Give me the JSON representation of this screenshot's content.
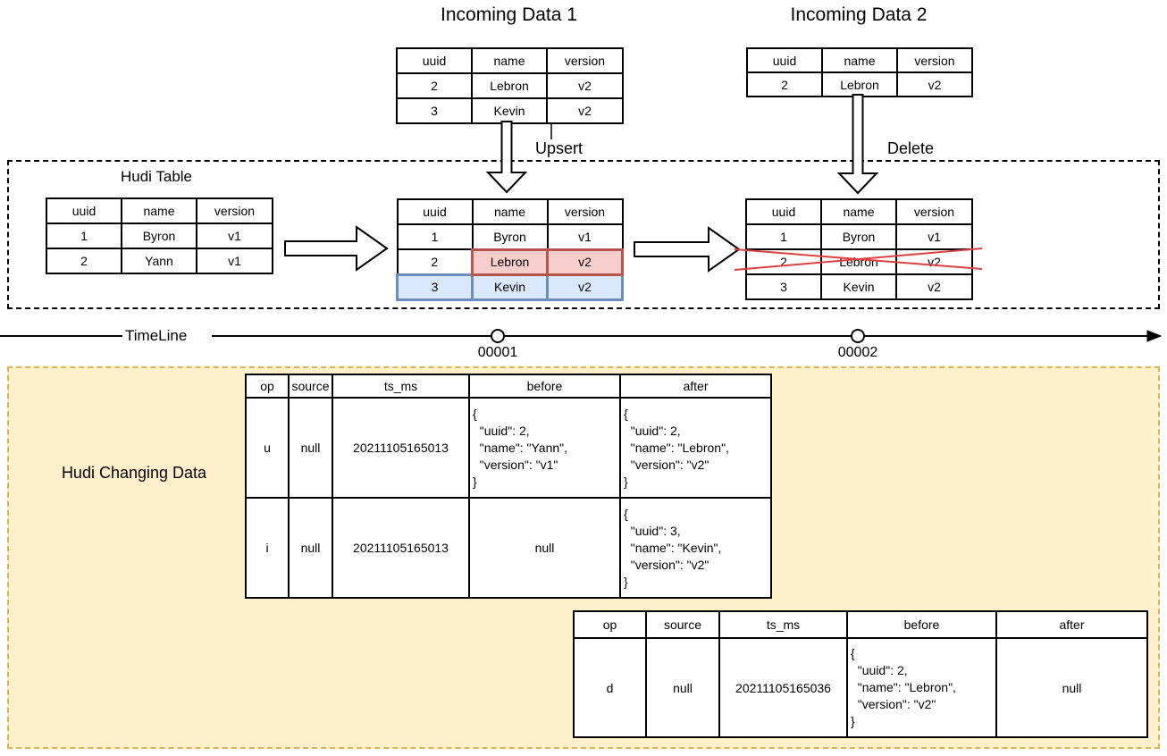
{
  "titles": {
    "incoming1": "Incoming Data 1",
    "incoming2": "Incoming Data 2"
  },
  "labels": {
    "upsert": "Upsert",
    "delete": "Delete",
    "hudi_table": "Hudi Table",
    "timeline": "TimeLine",
    "changing_data": "Hudi Changing Data"
  },
  "timeline": {
    "commit1": "00001",
    "commit2": "00002"
  },
  "schema_columns": [
    "uuid",
    "name",
    "version"
  ],
  "incoming1": {
    "rows": [
      [
        "2",
        "Lebron",
        "v2"
      ],
      [
        "3",
        "Kevin",
        "v2"
      ]
    ]
  },
  "incoming2": {
    "rows": [
      [
        "2",
        "Lebron",
        "v2"
      ]
    ]
  },
  "hudi_initial": {
    "rows": [
      [
        "1",
        "Byron",
        "v1"
      ],
      [
        "2",
        "Yann",
        "v1"
      ]
    ]
  },
  "hudi_after_upsert": {
    "rows": [
      [
        "1",
        "Byron",
        "v1"
      ],
      [
        "2",
        "Lebron",
        "v2"
      ],
      [
        "3",
        "Kevin",
        "v2"
      ]
    ]
  },
  "hudi_after_delete": {
    "rows": [
      [
        "1",
        "Byron",
        "v1"
      ],
      [
        "2",
        "Lebron",
        "v2"
      ],
      [
        "3",
        "Kevin",
        "v2"
      ]
    ]
  },
  "cdc_columns": [
    "op",
    "source",
    "ts_ms",
    "before",
    "after"
  ],
  "cdc_table1": {
    "rows": [
      {
        "op": "u",
        "source": "null",
        "ts_ms": "20211105165013",
        "before": "{\n  \"uuid\": 2,\n  \"name\": \"Yann\",\n  \"version\": \"v1\"\n}",
        "after": "{\n  \"uuid\": 2,\n  \"name\": \"Lebron\",\n  \"version\": \"v2\"\n}"
      },
      {
        "op": "i",
        "source": "null",
        "ts_ms": "20211105165013",
        "before": "null",
        "after": "{\n  \"uuid\": 3,\n  \"name\": \"Kevin\",\n  \"version\": \"v2\"\n}"
      }
    ]
  },
  "cdc_table2": {
    "rows": [
      {
        "op": "d",
        "source": "null",
        "ts_ms": "20211105165036",
        "before": "{\n  \"uuid\": 2,\n  \"name\": \"Lebron\",\n  \"version\": \"v2\"\n}",
        "after": "null"
      }
    ]
  },
  "colors": {
    "update_highlight_fill": "#f8cecc",
    "update_highlight_border": "#b85450",
    "insert_highlight_fill": "#dae8fc",
    "insert_highlight_border": "#6c8ebf",
    "changing_box_fill": "#ffefcb",
    "changing_box_border": "#d6b656",
    "delete_cross": "#dd4040"
  }
}
